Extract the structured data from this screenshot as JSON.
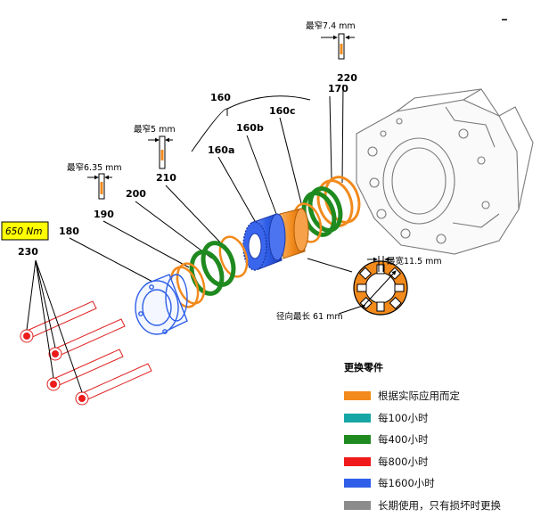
{
  "parts": {
    "p160": "160",
    "p170": "170",
    "p220": "220",
    "p160a": "160a",
    "p160b": "160b",
    "p160c": "160c",
    "p210": "210",
    "p200": "200",
    "p190": "190",
    "p180": "180",
    "p230": "230"
  },
  "torque": "650 Nm",
  "dimensions": {
    "min_220": "最窄7.4 mm",
    "min_210": "最窄5 mm",
    "min_190": "最窄6.35 mm",
    "max_width": "最宽11.5 mm",
    "radial_max_length": "径向最长 61 mm"
  },
  "legend": {
    "title": "更换零件",
    "items": [
      {
        "label": "根据实际应用而定",
        "color": "#f28a1c"
      },
      {
        "label": "每100小时",
        "color": "#17a6a6"
      },
      {
        "label": "每400小时",
        "color": "#1f8a1f"
      },
      {
        "label": "每800小时",
        "color": "#f01a1a"
      },
      {
        "label": "每1600小时",
        "color": "#2f5fe8"
      },
      {
        "label": "长期使用，只有损坏时更换",
        "color": "#8c8c8c"
      }
    ]
  },
  "colors": {
    "orange": "#f28a1c",
    "green": "#1f8a1f",
    "red": "#f01a1a",
    "blue": "#2f5fe8",
    "torque_bg": "#ffff00"
  }
}
